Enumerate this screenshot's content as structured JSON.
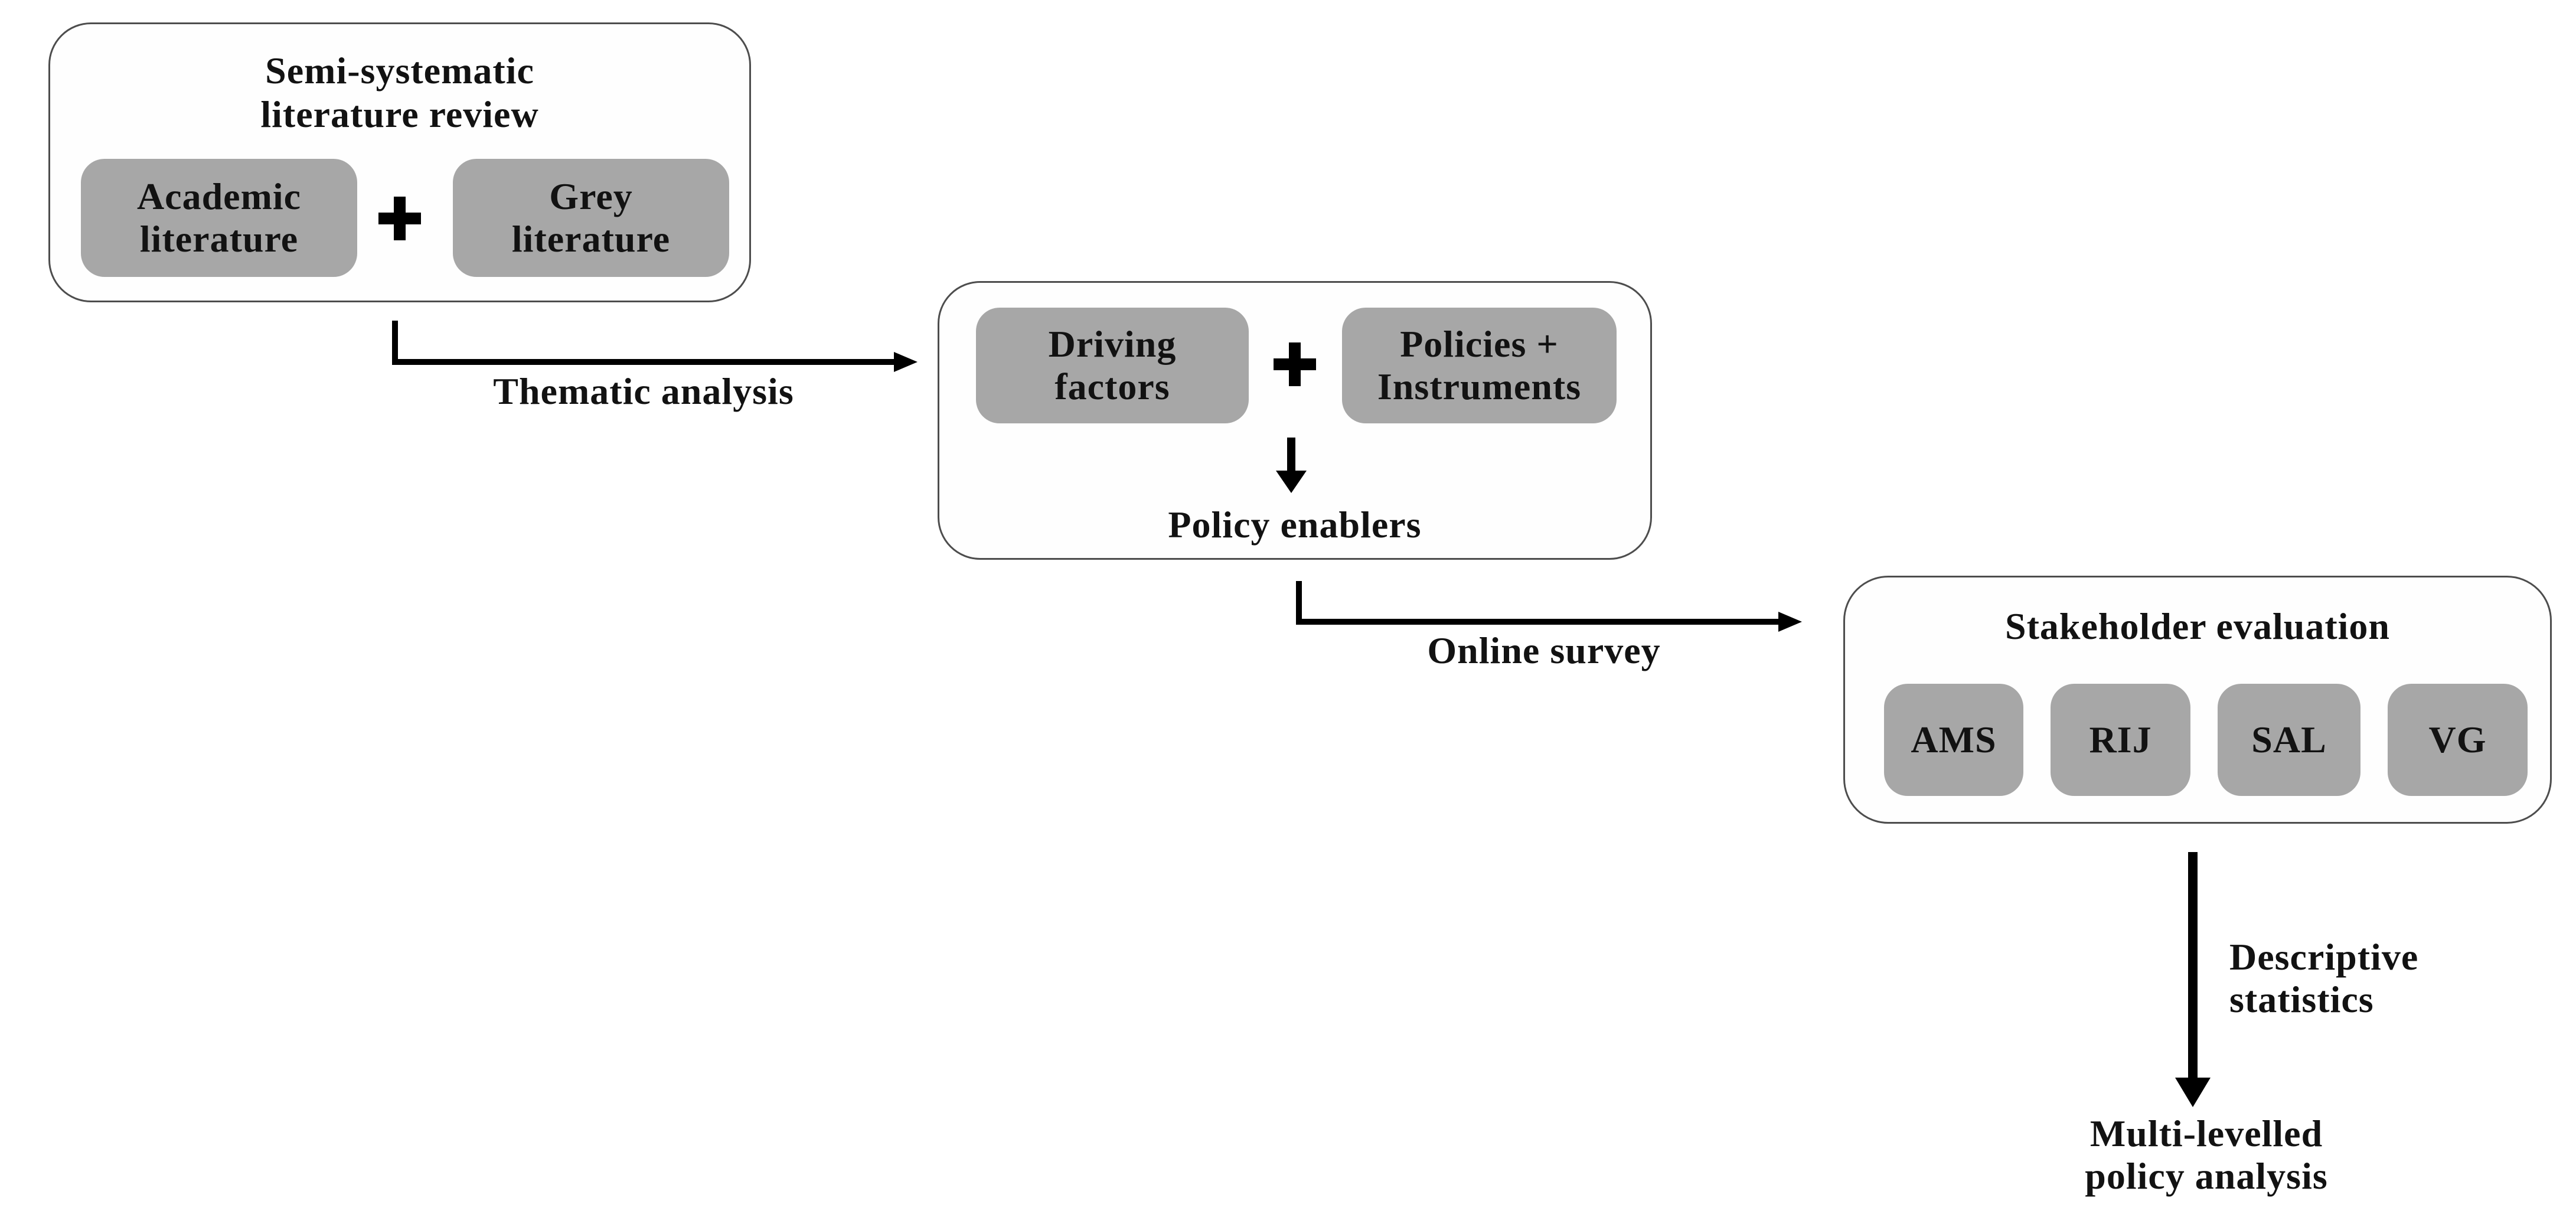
{
  "figure": {
    "review": {
      "title": "Semi-systematic\nliterature review",
      "chips": [
        {
          "label": "Academic\nliterature"
        },
        {
          "label": "Grey\nliterature"
        }
      ],
      "plus": "+"
    },
    "thematic_arrow": {
      "label": "Thematic analysis"
    },
    "enablers": {
      "chips": [
        {
          "label": "Driving\nfactors"
        },
        {
          "label": "Policies +\nInstruments"
        }
      ],
      "plus": "+",
      "caption": "Policy enablers"
    },
    "survey_arrow": {
      "label": "Online survey"
    },
    "stakeholders": {
      "title": "Stakeholder evaluation",
      "chips": [
        {
          "label": "AMS"
        },
        {
          "label": "RIJ"
        },
        {
          "label": "SAL"
        },
        {
          "label": "VG"
        }
      ]
    },
    "statistics_arrow": {
      "label": "Descriptive\nstatistics"
    },
    "outcome": {
      "label": "Multi-levelled\npolicy analysis"
    }
  },
  "colors": {
    "background": "#ffffff",
    "panel_fill": "#fefefe",
    "panel_border": "#4d4d4d",
    "chip_fill": "#a7a7a7",
    "text": "#121212",
    "arrow": "#000000"
  }
}
